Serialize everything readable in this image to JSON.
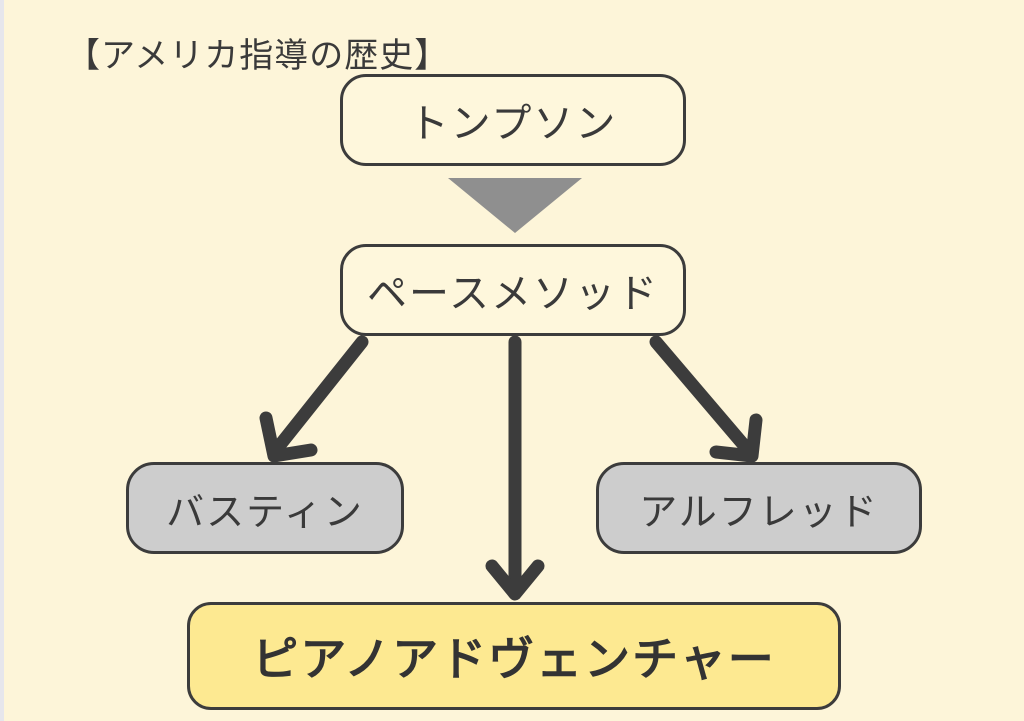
{
  "title": "【アメリカ指導の歴史】",
  "nodes": {
    "thompson": "トンプソン",
    "pace": "ペースメソッド",
    "bastien": "バスティン",
    "alfred": "アルフレッド",
    "piano_adventures": "ピアノアドヴェンチャー"
  },
  "edges": [
    {
      "from": "thompson",
      "to": "pace"
    },
    {
      "from": "pace",
      "to": "bastien"
    },
    {
      "from": "pace",
      "to": "piano_adventures"
    },
    {
      "from": "pace",
      "to": "alfred"
    }
  ],
  "colors": {
    "background": "#fdf5d9",
    "node_fill": "#fef7dc",
    "grey_node_fill": "#cdcdcd",
    "highlight_node_fill": "#fde991",
    "border": "#3c3c3c",
    "arrow_dark": "#3c3c3c",
    "arrow_grey": "#8f8f8f"
  }
}
